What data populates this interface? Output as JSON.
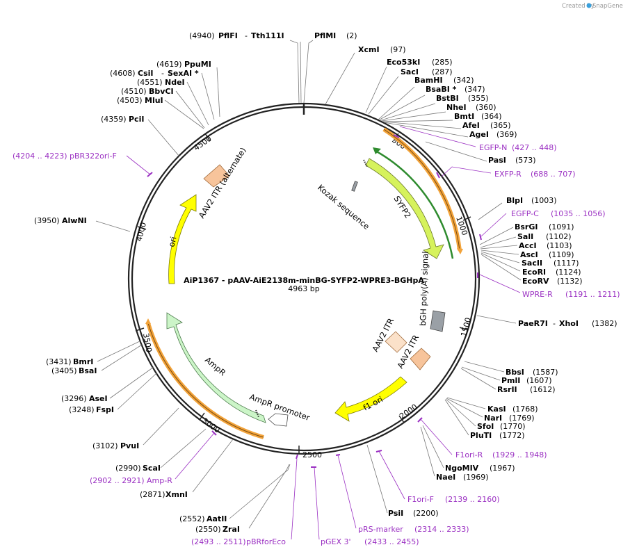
{
  "credit": {
    "prefix": "Created by",
    "brand": "SnapGene"
  },
  "plasmid": {
    "name": "AiP1367 - pAAV-AiE2138m-minBG-SYFP2-WPRE3-BGHpA",
    "length": "4963 bp"
  },
  "ticks": [
    "500",
    "1000",
    "1500",
    "2000",
    "2500",
    "3000",
    "3500",
    "4000",
    "4500"
  ],
  "features": {
    "sypf2": "SYFP2",
    "kozak": "Kozak sequence",
    "bgh": "bGH poly(A) signal",
    "itr_a": "AAV2 ITR",
    "itr_b": "AAV2 ITR",
    "f1": "f1 ori",
    "amp_promoter": "AmpR promoter",
    "ampr": "AmpR",
    "ori": "ori",
    "itr_alt": "AAV2 ITR (alternate)"
  },
  "sites": {
    "s4940": {
      "pos": "(4940)",
      "name": "PflFI"
    },
    "tth": {
      "name": "Tth111I"
    },
    "pflmi": {
      "name": "PflMI",
      "pos": "(2)"
    },
    "xcmi": {
      "name": "XcmI",
      "pos": "(97)"
    },
    "eco53ki": {
      "name": "Eco53kI",
      "pos": "(285)"
    },
    "saci": {
      "name": "SacI",
      "pos": "(287)"
    },
    "bamhi": {
      "name": "BamHI",
      "pos": "(342)"
    },
    "bsabi": {
      "name": "BsaBI *",
      "pos": "(347)"
    },
    "bstbi": {
      "name": "BstBI",
      "pos": "(355)"
    },
    "nhei": {
      "name": "NheI",
      "pos": "(360)"
    },
    "bmti": {
      "name": "BmtI",
      "pos": "(364)"
    },
    "afei": {
      "name": "AfeI",
      "pos": "(365)"
    },
    "agei": {
      "name": "AgeI",
      "pos": "(369)"
    },
    "pasi": {
      "name": "PasI",
      "pos": "(573)"
    },
    "blpi": {
      "name": "BlpI",
      "pos": "(1003)"
    },
    "bsrgi": {
      "name": "BsrGI",
      "pos": "(1091)"
    },
    "sali": {
      "name": "SalI",
      "pos": "(1102)"
    },
    "acci": {
      "name": "AccI",
      "pos": "(1103)"
    },
    "asci": {
      "name": "AscI",
      "pos": "(1109)"
    },
    "sacii": {
      "name": "SacII",
      "pos": "(1117)"
    },
    "ecori": {
      "name": "EcoRI",
      "pos": "(1124)"
    },
    "ecorv": {
      "name": "EcoRV",
      "pos": "(1132)"
    },
    "paer7i": {
      "name": "PaeR7I",
      "name2": "XhoI",
      "pos": "(1382)"
    },
    "bbsi": {
      "name": "BbsI",
      "pos": "(1587)"
    },
    "pmli": {
      "name": "PmlI",
      "pos": "(1607)"
    },
    "rsrii": {
      "name": "RsrII",
      "pos": "(1612)"
    },
    "kasi": {
      "name": "KasI",
      "pos": "(1768)"
    },
    "nari": {
      "name": "NarI",
      "pos": "(1769)"
    },
    "sfoi": {
      "name": "SfoI",
      "pos": "(1770)"
    },
    "pluti": {
      "name": "PluTI",
      "pos": "(1772)"
    },
    "ngomiv": {
      "name": "NgoMIV",
      "pos": "(1967)"
    },
    "naei": {
      "name": "NaeI",
      "pos": "(1969)"
    },
    "psii": {
      "name": "PsiI",
      "pos": "(2200)"
    },
    "zrai": {
      "name": "ZraI",
      "pos": "(2550)"
    },
    "aatii": {
      "name": "AatII",
      "pos": "(2552)"
    },
    "xmni": {
      "name": "XmnI",
      "pos": "(2871)"
    },
    "scai": {
      "name": "ScaI",
      "pos": "(2990)"
    },
    "pvui": {
      "name": "PvuI",
      "pos": "(3102)"
    },
    "fspi": {
      "name": "FspI",
      "pos": "(3248)"
    },
    "asei": {
      "name": "AseI",
      "pos": "(3296)"
    },
    "bsai": {
      "name": "BsaI",
      "pos": "(3405)"
    },
    "bmri": {
      "name": "BmrI",
      "pos": "(3431)"
    },
    "alwni": {
      "name": "AlwNI",
      "pos": "(3950)"
    },
    "pcii": {
      "name": "PciI",
      "pos": "(4359)"
    },
    "mlui": {
      "name": "MluI",
      "pos": "(4503)"
    },
    "bbvci": {
      "name": "BbvCI",
      "pos": "(4510)"
    },
    "ndei": {
      "name": "NdeI",
      "pos": "(4551)"
    },
    "csii": {
      "name": "CsiI",
      "name2": "SexAI *",
      "pos": "(4608)"
    },
    "ppumi": {
      "name": "PpuMI",
      "pos": "(4619)"
    }
  },
  "primers": {
    "egfpn": {
      "name": "EGFP-N",
      "range": "(427 .. 448)"
    },
    "exfpr": {
      "name": "EXFP-R",
      "range": "(688 .. 707)"
    },
    "egfpc": {
      "name": "EGFP-C",
      "range": "(1035 .. 1056)"
    },
    "wprer": {
      "name": "WPRE-R",
      "range": "(1191 .. 1211)"
    },
    "f1orir": {
      "name": "F1ori-R",
      "range": "(1929 .. 1948)"
    },
    "f1orif": {
      "name": "F1ori-F",
      "range": "(2139 .. 2160)"
    },
    "rsmarker": {
      "name": "pRS-marker",
      "range": "(2314 .. 2333)"
    },
    "pgex3": {
      "name": "pGEX 3'",
      "range": "(2433 .. 2455)"
    },
    "pbrforeco": {
      "name": "pBRforEco",
      "range": "(2493 .. 2511)"
    },
    "ampr_p": {
      "name": "Amp-R",
      "range": "(2902 .. 2921)"
    },
    "pbr322": {
      "name": "pBR322ori-F",
      "range": "(4204 .. 4223)"
    }
  },
  "colors": {
    "backbone": "#222222",
    "primer": "#9a2fc2",
    "sypf2": "#d6f25c",
    "orf": "#f2a33a",
    "ampr": "#ccf5c8",
    "ori": "#ffff00",
    "itr": "#f7c49b",
    "bgh": "#9aa0a6"
  }
}
